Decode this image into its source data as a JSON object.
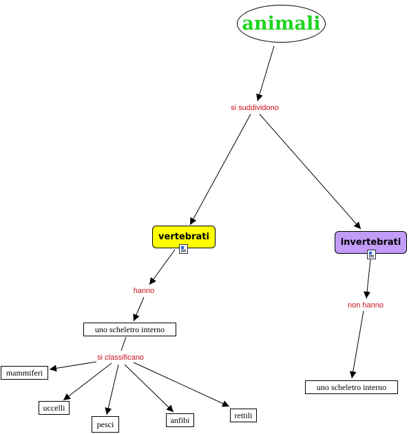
{
  "nodes": {
    "root": "animali",
    "vertebrati": "vertebrati",
    "invertebrati": "invertebrati",
    "scheletro_vert": "uno scheletro interno",
    "scheletro_invert": "uno scheletro interno",
    "mammiferi": "mammiferi",
    "uccelli": "uccelli",
    "pesci": "pesci",
    "anfibi": "anfibi",
    "rettili": "rettili"
  },
  "links": {
    "si_suddividono": "si suddividono",
    "hanno": "hanno",
    "non_hanno": "non hanno",
    "si_classificano": "si classificano"
  },
  "icons": [
    "resource-document-icon",
    "resource-document-icon"
  ]
}
